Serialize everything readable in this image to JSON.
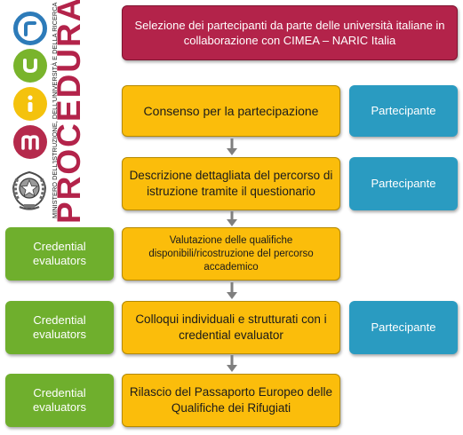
{
  "colors": {
    "crimson": "#b3234a",
    "amber": "#fbbd0b",
    "teal": "#2a9bc1",
    "green": "#6faf2d",
    "logo_blue": "#2d7bb9",
    "logo_green": "#79b42c",
    "logo_yellow": "#f4c20d",
    "logo_red": "#b52a4c",
    "arrow_gray": "#7f7f7f"
  },
  "logo": {
    "title": "PROCEDURA",
    "ministry": "MINISTERO DELL'ISTRUZIONE, DELL'UNIVERSITÀ E DELLA RICERCA",
    "letters": [
      "m",
      "i",
      "u",
      "r"
    ],
    "emblem_icon": "italian-republic-emblem-icon"
  },
  "top_box": "Selezione dei partecipanti da parte delle università italiane in collaborazione con CIMEA – NARIC Italia",
  "steps": [
    "Consenso per la partecipazione",
    "Descrizione dettagliata del percorso di istruzione tramite il questionario",
    "Valutazione delle qualifiche disponibili/ricostruzione del percorso accademico",
    "Colloqui individuali e strutturati con i credential evaluator",
    "Rilascio del Passaporto Europeo delle Qualifiche dei Rifugiati"
  ],
  "participant_boxes": [
    "Partecipante",
    "Partecipante",
    "Partecipante"
  ],
  "evaluator_boxes": [
    "Credential evaluators",
    "Credential evaluators",
    "Credential evaluators"
  ]
}
